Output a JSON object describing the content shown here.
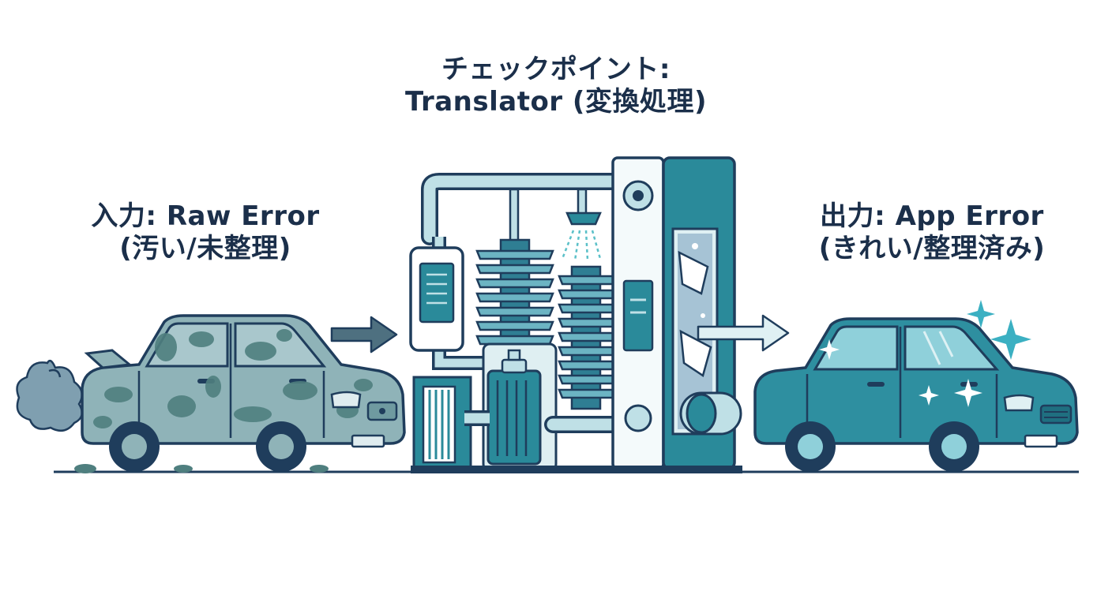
{
  "checkpoint": {
    "title_line1": "チェックポイント:",
    "title_line2": "Translator (変換処理)"
  },
  "input": {
    "title_line1": "入力: Raw Error",
    "title_line2": "(汚い/未整理)"
  },
  "output": {
    "title_line1": "出力: App Error",
    "title_line2": "(きれい/整理済み)"
  },
  "colors": {
    "text": "#1b2f4a",
    "outline": "#1f3d5c",
    "dirty_car": "#8fb3b8",
    "grime": "#4f7f7f",
    "clean_car": "#2e8fa0",
    "machine_teal": "#2a8a9a",
    "machine_light": "#bfe0e6",
    "brush": "#2f7e93"
  }
}
